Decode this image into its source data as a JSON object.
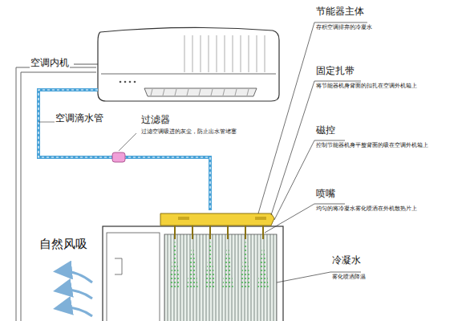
{
  "diagram": {
    "labels": [
      "空调内机",
      "空调滴水管",
      "过滤器",
      "过滤空调吸进的灰尘，防止出水管堵塞",
      "节能器主体",
      "存积空调排弃的冷凝水",
      "固定扎带",
      "将节能器机身背面的扣扎在空调外机箱上",
      "磁控",
      "控制节能器机身平整背面的吸在空调外机箱上",
      "喷嘴",
      "均匀的将冷凝水雾化喷洒在外机散热片上",
      "冷凝水",
      "雾化喷洒降温",
      "自然风吸"
    ]
  }
}
